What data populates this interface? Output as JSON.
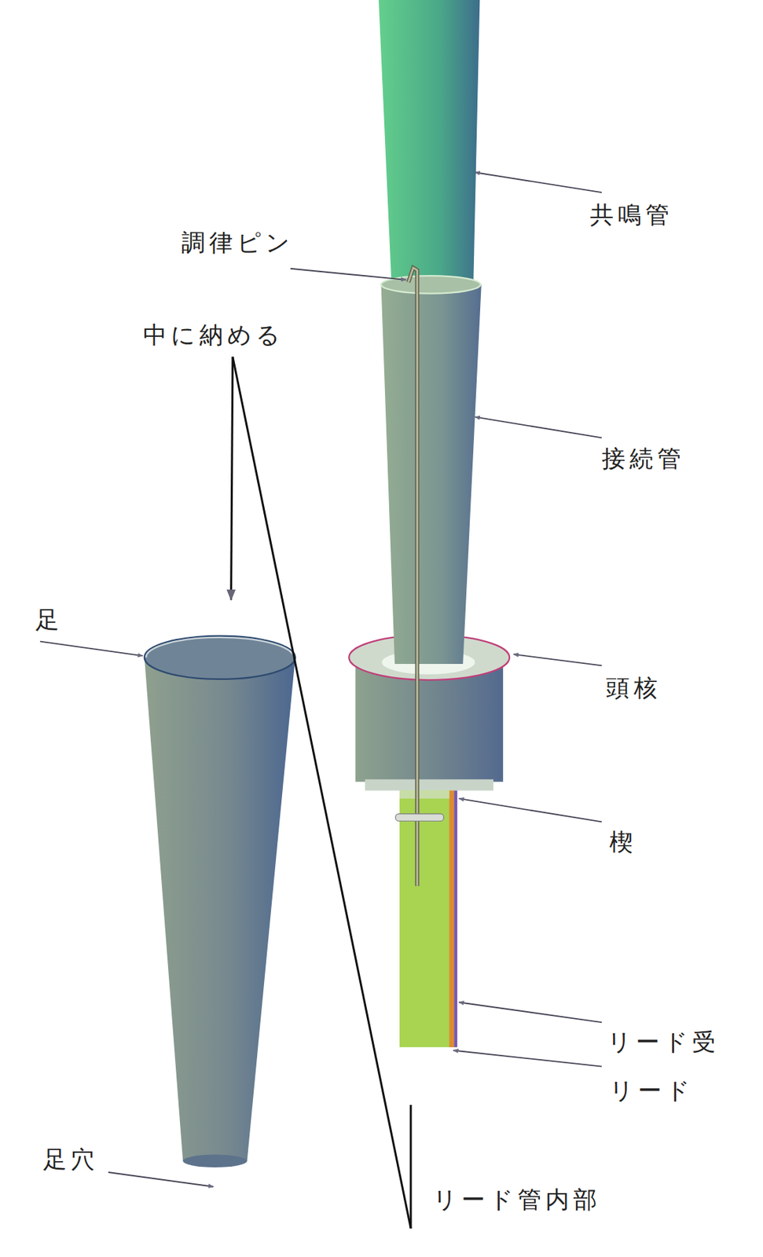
{
  "diagram": {
    "labels": [
      "共鳴管",
      "調律ピン",
      "中に納める",
      "接続管",
      "足",
      "頭核",
      "楔",
      "リード受",
      "リード",
      "足穴",
      "リード管内部"
    ]
  }
}
